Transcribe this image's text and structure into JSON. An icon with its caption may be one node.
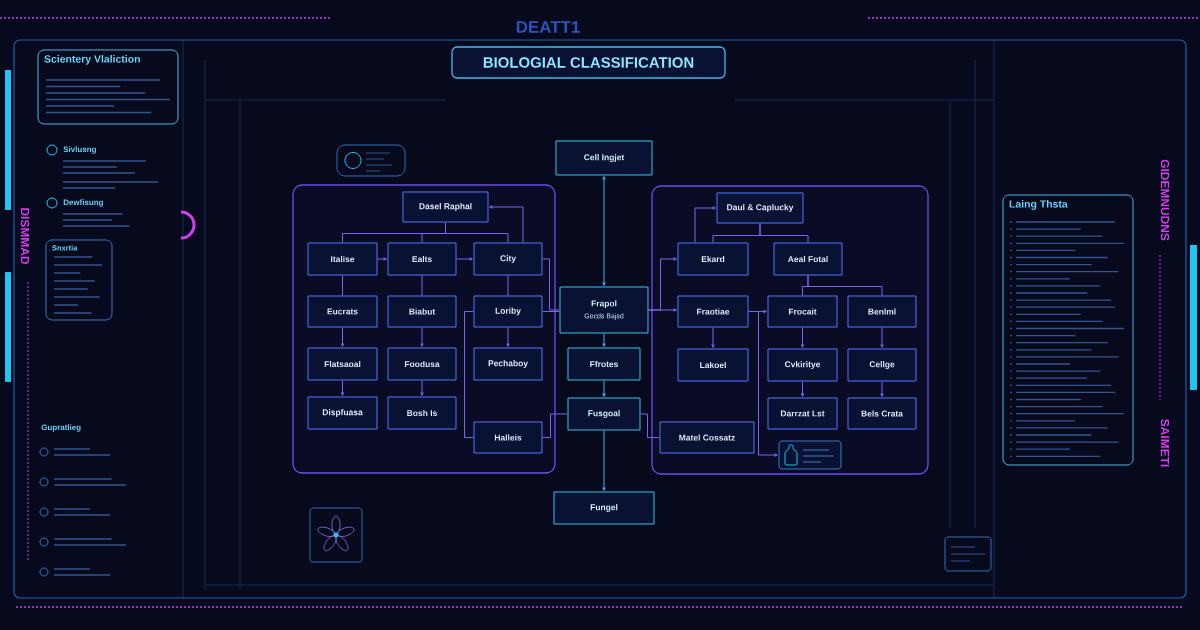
{
  "diagram": {
    "title": "BIOLOGIAL CLASSIFICATION",
    "nodes": [
      {
        "text": [
          "Scientery Vlaliction"
        ]
      },
      {
        "text": [
          "Snxrtia"
        ]
      },
      {
        "text": [
          "Cell Ingjet"
        ]
      },
      {
        "text": [],
        "shape": "box"
      },
      {
        "text": [
          "Dasel Raphal"
        ],
        "in": 3
      },
      {
        "text": [
          "Italise"
        ],
        "in": 3
      },
      {
        "text": [
          "Ealts"
        ],
        "in": 3
      },
      {
        "text": [
          "City"
        ],
        "in": 3
      },
      {
        "text": [
          "Eucrats"
        ],
        "in": 3
      },
      {
        "text": [
          "Biabut"
        ],
        "in": 3
      },
      {
        "text": [
          "Loriby"
        ],
        "in": 3
      },
      {
        "text": [
          "Flatsaoal"
        ],
        "in": 3
      },
      {
        "text": [
          "Foodusa"
        ],
        "in": 3
      },
      {
        "text": [
          "Pechaboy"
        ],
        "in": 3
      },
      {
        "text": [
          "Dispfuasa"
        ],
        "in": 3
      },
      {
        "text": [
          "Bosh Is"
        ],
        "in": 3
      },
      {
        "text": [
          "Halleis"
        ],
        "in": 3
      },
      {
        "text": [
          "Frapol",
          "Gecds Bajsd"
        ]
      },
      {
        "text": [
          "Ffrotes"
        ]
      },
      {
        "text": [
          "Fusgoal"
        ]
      },
      {
        "text": [
          "Fungel"
        ]
      },
      {
        "text": [],
        "shape": "box"
      },
      {
        "text": [
          "Daul & Caplucky"
        ],
        "in": 21
      },
      {
        "text": [
          "Ekard"
        ],
        "in": 21
      },
      {
        "text": [
          "Aeal Fotal"
        ],
        "in": 21
      },
      {
        "text": [
          "Fraotiae"
        ],
        "in": 21
      },
      {
        "text": [
          "Frocait"
        ],
        "in": 21
      },
      {
        "text": [
          "Benlml"
        ],
        "in": 21
      },
      {
        "text": [
          "Lakoel"
        ],
        "in": 21
      },
      {
        "text": [
          "Cvkiritye"
        ],
        "in": 21
      },
      {
        "text": [
          "Cellge"
        ],
        "in": 21
      },
      {
        "text": [
          "Darrzat Lst"
        ],
        "in": 21
      },
      {
        "text": [
          "Bels Crata"
        ],
        "in": 21
      },
      {
        "text": [
          "Matel Cossatz"
        ],
        "in": 21
      },
      {
        "text": [],
        "shape": "box",
        "in": 21
      },
      {
        "text": [
          "Laing Thsta"
        ]
      }
    ],
    "edges": [
      {
        "from": 4,
        "to": 5,
        "arrow": "none"
      },
      {
        "from": 4,
        "to": 6,
        "arrow": "none"
      },
      {
        "from": 4,
        "to": 7,
        "arrow": "none"
      },
      {
        "from": 5,
        "to": 6,
        "arrow": "to"
      },
      {
        "from": 6,
        "to": 7,
        "arrow": "to"
      },
      {
        "from": 7,
        "to": 4,
        "arrow": "to"
      },
      {
        "from": 5,
        "to": 8,
        "arrow": "none"
      },
      {
        "from": 6,
        "to": 9,
        "arrow": "none"
      },
      {
        "from": 7,
        "to": 10,
        "arrow": "none"
      },
      {
        "from": 8,
        "to": 11,
        "arrow": "to"
      },
      {
        "from": 9,
        "to": 12,
        "arrow": "to"
      },
      {
        "from": 10,
        "to": 13,
        "arrow": "to"
      },
      {
        "from": 11,
        "to": 14,
        "arrow": "to"
      },
      {
        "from": 12,
        "to": 15,
        "arrow": "to"
      },
      {
        "from": 7,
        "to": 17,
        "arrow": "none"
      },
      {
        "from": 10,
        "to": 17,
        "arrow": "none"
      },
      {
        "from": 10,
        "to": 16,
        "arrow": "none"
      },
      {
        "from": 16,
        "to": 19,
        "arrow": "none"
      },
      {
        "from": 2,
        "to": 17,
        "arrow": "both",
        "color": "#36b6ec"
      },
      {
        "from": 17,
        "to": 18,
        "arrow": "to",
        "color": "#36b6ec"
      },
      {
        "from": 18,
        "to": 19,
        "arrow": "to",
        "color": "#36b6ec"
      },
      {
        "from": 19,
        "to": 20,
        "arrow": "to",
        "color": "#36b6ec"
      },
      {
        "from": 19,
        "to": 33,
        "arrow": "none"
      },
      {
        "from": 17,
        "to": 23,
        "arrow": "to"
      },
      {
        "from": 17,
        "to": 25,
        "arrow": "to"
      },
      {
        "from": 23,
        "to": 22,
        "arrow": "to"
      },
      {
        "from": 22,
        "to": 23,
        "arrow": "none"
      },
      {
        "from": 22,
        "to": 24,
        "arrow": "none"
      },
      {
        "from": 24,
        "to": 26,
        "arrow": "none"
      },
      {
        "from": 24,
        "to": 27,
        "arrow": "none"
      },
      {
        "from": 25,
        "to": 26,
        "arrow": "to"
      },
      {
        "from": 25,
        "to": 34,
        "arrow": "to"
      },
      {
        "from": 25,
        "to": 28,
        "arrow": "to"
      },
      {
        "from": 26,
        "to": 29,
        "arrow": "to"
      },
      {
        "from": 27,
        "to": 30,
        "arrow": "to"
      },
      {
        "from": 29,
        "to": 31,
        "arrow": "to"
      },
      {
        "from": 30,
        "to": 32,
        "arrow": "to"
      }
    ],
    "labels": [
      "DEATT1",
      "Sivlusng",
      "Dewfisung",
      "DISMMAD",
      "Gupratlieg",
      "GIDEMNUDNS",
      "SAIMETI"
    ]
  }
}
